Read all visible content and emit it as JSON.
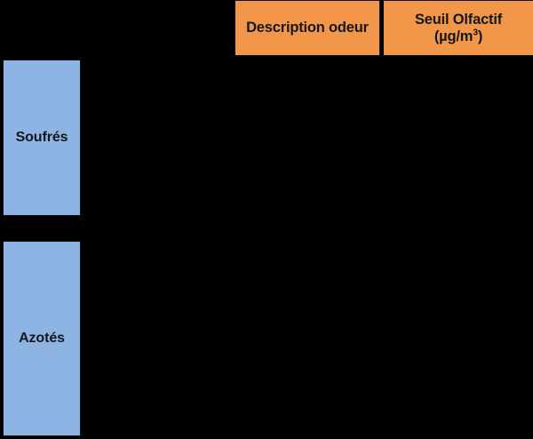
{
  "table": {
    "background_color": "#000000",
    "header": {
      "background_color": "#F2974A",
      "text_color": "#15171C",
      "columns": [
        {
          "id": "description-odeur",
          "label": "Description odeur"
        },
        {
          "id": "seuil-olfactif",
          "label_prefix": "Seuil Olfactif (µg/m",
          "label_superscript": "3",
          "label_suffix": ")",
          "label_full": "Seuil Olfactif (µg/m3)"
        }
      ]
    },
    "row_headers": {
      "background_color": "#8DB4E2",
      "text_color": "#15171C",
      "items": [
        {
          "id": "soufres",
          "label": "Soufrés"
        },
        {
          "id": "azotes",
          "label": "Azotés"
        }
      ]
    },
    "body": {
      "empty": true,
      "cells": []
    }
  }
}
